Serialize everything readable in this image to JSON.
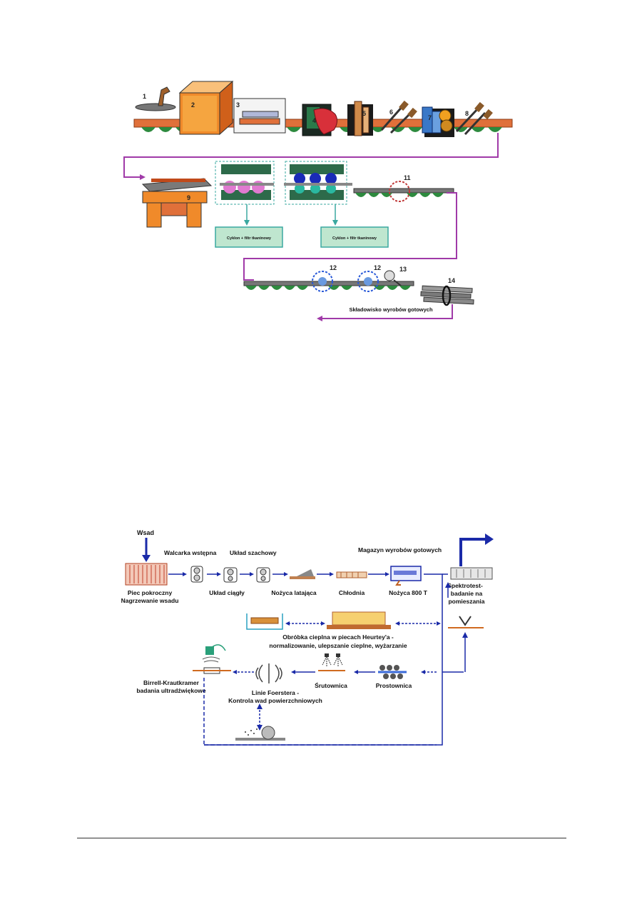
{
  "figure1": {
    "station_numbers": [
      "1",
      "2",
      "3",
      "4",
      "5",
      "6",
      "7",
      "8",
      "9",
      "11",
      "12",
      "12",
      "13",
      "14"
    ],
    "cyclone_box_1": "Cyklon + filtr tkaninowy",
    "cyclone_box_2": "Cyklon + filtr tkaninowy",
    "storage_label": "Składowisko wyrobów gotowych"
  },
  "figure2": {
    "wsad": "Wsad",
    "walcarka": "Walcarka wstępna",
    "uklad_szachowy": "Układ szachowy",
    "magazyn": "Magazyn wyrobów gotowych",
    "piec_line1": "Piec pokroczny",
    "piec_line2": "Nagrzewanie wsadu",
    "uklad_ciagly": "Układ ciągły",
    "nozyca_latajaca": "Nożyca latająca",
    "chlodnia": "Chłodnia",
    "nozyca_800": "Nożyca 800 T",
    "spektro_line1": "Spektrotest-",
    "spektro_line2": "badanie na",
    "spektro_line3": "pomieszania",
    "obrobka_line1": "Obróbka cieplna w piecach Heurtey'a -",
    "obrobka_line2": "normalizowanie, ulepszanie cieplne, wyżarzanie",
    "birrell_line1": "Birrell-Krautkramer",
    "birrell_line2": "badania ultradźwiękowe",
    "foerster_line1": "Linie Foerstera  -",
    "foerster_line2": "Kontrola wad powierzchniowych",
    "srutownica": "Śrutownica",
    "prostownica": "Prostownica"
  },
  "colors": {
    "conveyor_orange": "#e0703a",
    "roller_green": "#2d8a3e",
    "flow_purple": "#a03aa8",
    "flow_blue": "#1a2aa8",
    "furnace_orange": "#f08a2a",
    "box_green": "#bfe6cf"
  }
}
